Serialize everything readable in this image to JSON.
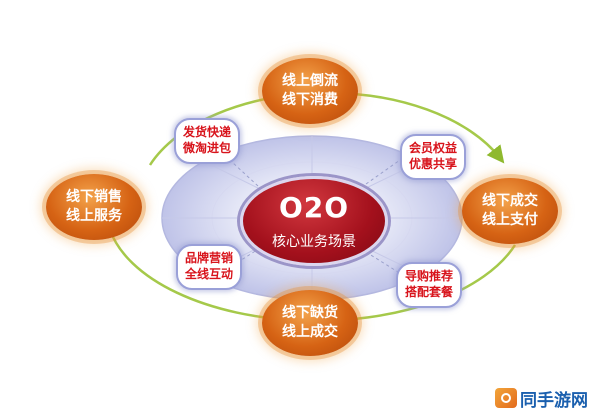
{
  "core": {
    "title": "O2O",
    "subtitle": "核心业务场景"
  },
  "outer_nodes": {
    "top": "线上倒流\n线下消费",
    "right": "线下成交\n线上支付",
    "bottom": "线下缺货\n线上成交",
    "left": "线下销售\n线上服务"
  },
  "inner_nodes": {
    "top_left": "发货快递\n微淘进包",
    "top_right": "会员权益\n优惠共享",
    "bottom_left": "品牌营销\n全线互动",
    "bottom_right": "导购推荐\n搭配套餐"
  },
  "watermark": {
    "text": "同手游网",
    "icon": "game-controller-icon"
  },
  "colors": {
    "outer_node": "#d66314",
    "core": "#a3101c",
    "inner_text": "#d8141c",
    "ring": "#c9cdeb",
    "arrow": "#a5c94a"
  }
}
